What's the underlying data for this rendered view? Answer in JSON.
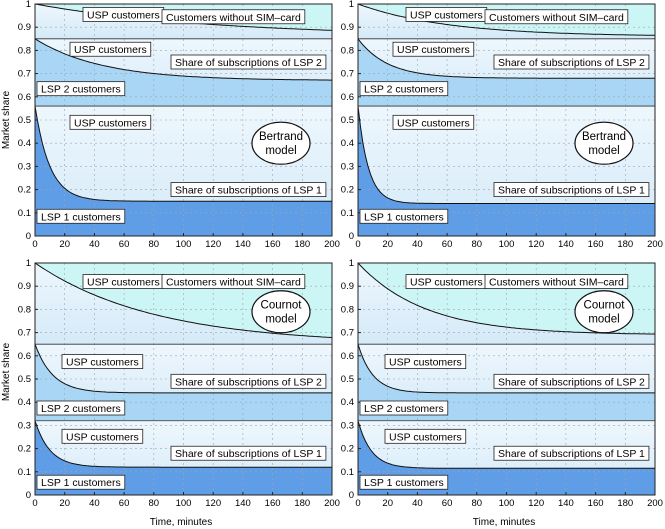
{
  "figure": {
    "ylabel": "Market share",
    "xlabel": "Time, minutes"
  },
  "colors": {
    "lsp1": "#5f9de6",
    "lsp2": "#a8d6f4",
    "usp_low": "#d4eaf8",
    "usp_high": "#eef7fd",
    "no_sim": "#ccf5f5",
    "grid": "#9aa6b4"
  },
  "chart_data": [
    {
      "type": "area",
      "model_label": [
        "Bertrand",
        "model"
      ],
      "xlim": [
        0,
        200
      ],
      "ylim": [
        0,
        1
      ],
      "xticks": [
        0,
        20,
        40,
        60,
        80,
        100,
        120,
        140,
        160,
        180,
        200
      ],
      "yticks": [
        0,
        0.1,
        0.2,
        0.3,
        0.4,
        0.5,
        0.6,
        0.7,
        0.8,
        0.9,
        1
      ],
      "grid": true,
      "curves": {
        "lsp1_share": {
          "start": 0.56,
          "end": 0.15,
          "tau": 10
        },
        "lsp2_share": {
          "start": 0.85,
          "end": 0.67,
          "tau": 45
        },
        "nosim_share": {
          "start": 1.0,
          "end": 0.86,
          "tau": 120
        }
      },
      "labels": {
        "usp_top": "USP customers",
        "no_sim": "Customers without SIM–card",
        "usp_mid": "USP customers",
        "share_lsp2": "Share of subscriptions of LSP 2",
        "lsp2": "LSP 2 customers",
        "usp_low": "USP customers",
        "share_lsp1": "Share of subscriptions of LSP 1",
        "lsp1": "LSP 1 customers"
      }
    },
    {
      "type": "area",
      "model_label": [
        "Bertrand",
        "model"
      ],
      "xlim": [
        0,
        200
      ],
      "ylim": [
        0,
        1
      ],
      "xticks": [
        0,
        20,
        40,
        60,
        80,
        100,
        120,
        140,
        160,
        180,
        200
      ],
      "yticks": [
        0,
        0.1,
        0.2,
        0.3,
        0.4,
        0.5,
        0.6,
        0.7,
        0.8,
        0.9,
        1
      ],
      "grid": true,
      "curves": {
        "lsp1_share": {
          "start": 0.56,
          "end": 0.14,
          "tau": 7
        },
        "lsp2_share": {
          "start": 0.85,
          "end": 0.68,
          "tau": 20
        },
        "nosim_share": {
          "start": 1.0,
          "end": 0.86,
          "tau": 60
        }
      },
      "labels": {
        "usp_top": "USP customers",
        "no_sim": "Customers without SIM–card",
        "usp_mid": "USP customers",
        "share_lsp2": "Share of subscriptions of LSP 2",
        "lsp2": "LSP 2 customers",
        "usp_low": "USP customers",
        "share_lsp1": "Share of subscriptions of LSP 1",
        "lsp1": "LSP 1 customers"
      }
    },
    {
      "type": "area",
      "model_label": [
        "Cournot",
        "model"
      ],
      "xlim": [
        0,
        200
      ],
      "ylim": [
        0,
        1
      ],
      "xticks": [
        0,
        20,
        40,
        60,
        80,
        100,
        120,
        140,
        160,
        180,
        200
      ],
      "yticks": [
        0,
        0.1,
        0.2,
        0.3,
        0.4,
        0.5,
        0.6,
        0.7,
        0.8,
        0.9,
        1
      ],
      "grid": true,
      "curves": {
        "lsp1_share": {
          "start": 0.32,
          "end": 0.12,
          "tau": 10
        },
        "lsp2_share": {
          "start": 0.65,
          "end": 0.44,
          "tau": 12
        },
        "nosim_share": {
          "start": 1.0,
          "end": 0.65,
          "tau": 80
        }
      },
      "labels": {
        "usp_top": "USP customers",
        "no_sim": "Customers without SIM–card",
        "usp_mid": "USP customers",
        "share_lsp2": "Share of subscriptions of LSP 2",
        "lsp2": "LSP 2 customers",
        "usp_low": "USP customers",
        "share_lsp1": "Share of subscriptions of LSP 1",
        "lsp1": "LSP 1 customers"
      }
    },
    {
      "type": "area",
      "model_label": [
        "Cournot",
        "model"
      ],
      "xlim": [
        0,
        200
      ],
      "ylim": [
        0,
        1
      ],
      "xticks": [
        0,
        20,
        40,
        60,
        80,
        100,
        120,
        140,
        160,
        180,
        200
      ],
      "yticks": [
        0,
        0.1,
        0.2,
        0.3,
        0.4,
        0.5,
        0.6,
        0.7,
        0.8,
        0.9,
        1
      ],
      "grid": true,
      "curves": {
        "lsp1_share": {
          "start": 0.32,
          "end": 0.115,
          "tau": 9
        },
        "lsp2_share": {
          "start": 0.65,
          "end": 0.44,
          "tau": 10
        },
        "nosim_share": {
          "start": 1.0,
          "end": 0.69,
          "tau": 45
        }
      },
      "labels": {
        "usp_top": "USP customers",
        "no_sim": "Customers without SIM–card",
        "usp_mid": "USP customers",
        "share_lsp2": "Share of subscriptions of LSP 2",
        "lsp2": "LSP 2 customers",
        "usp_low": "USP customers",
        "share_lsp1": "Share of subscriptions of LSP 1",
        "lsp1": "LSP 1 customers"
      }
    }
  ]
}
